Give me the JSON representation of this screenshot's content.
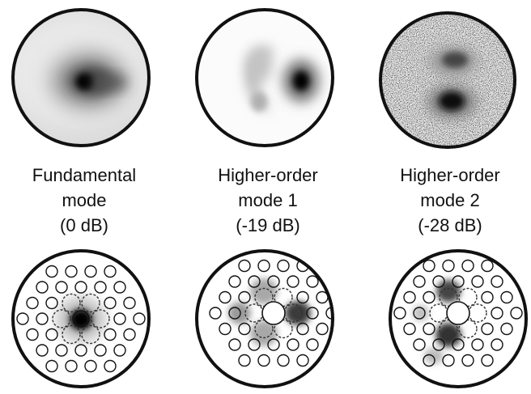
{
  "modes": [
    {
      "line1": "Fundamental",
      "line2": "mode",
      "line3": "(0 dB)"
    },
    {
      "line1": "Higher-order",
      "line2": "mode 1",
      "line3": "(-19 dB)"
    },
    {
      "line1": "Higher-order",
      "line2": "mode 2",
      "line3": "(-28 dB)"
    }
  ],
  "colors": {
    "ring": "#111111",
    "intensity": "#000000",
    "hole": "#111111",
    "background": "#ffffff"
  }
}
